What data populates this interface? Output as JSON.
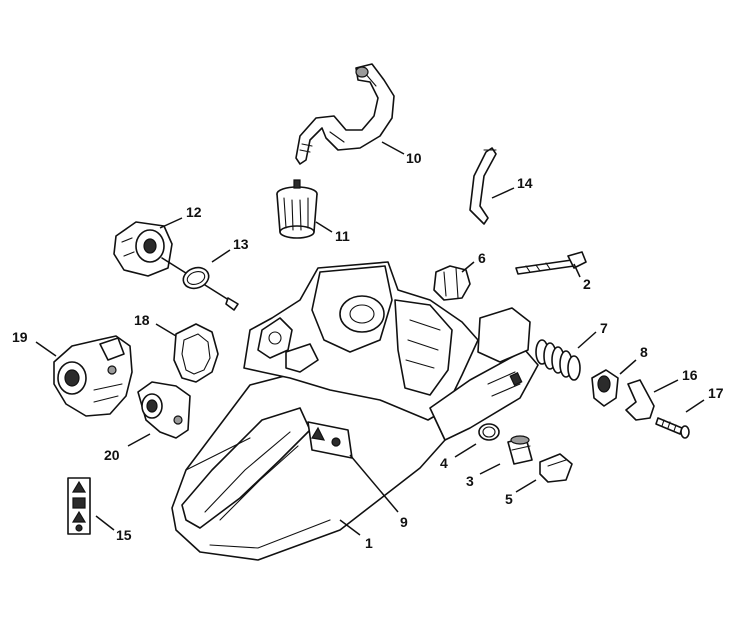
{
  "diagram": {
    "callouts": [
      {
        "id": "1",
        "label": "1"
      },
      {
        "id": "2",
        "label": "2"
      },
      {
        "id": "3",
        "label": "3"
      },
      {
        "id": "4",
        "label": "4"
      },
      {
        "id": "5",
        "label": "5"
      },
      {
        "id": "6",
        "label": "6"
      },
      {
        "id": "7",
        "label": "7"
      },
      {
        "id": "8",
        "label": "8"
      },
      {
        "id": "9",
        "label": "9"
      },
      {
        "id": "10",
        "label": "10"
      },
      {
        "id": "11",
        "label": "11"
      },
      {
        "id": "12",
        "label": "12"
      },
      {
        "id": "13",
        "label": "13"
      },
      {
        "id": "14",
        "label": "14"
      },
      {
        "id": "15",
        "label": "15"
      },
      {
        "id": "16",
        "label": "16"
      },
      {
        "id": "17",
        "label": "17"
      },
      {
        "id": "18",
        "label": "18"
      },
      {
        "id": "19",
        "label": "19"
      },
      {
        "id": "20",
        "label": "20"
      }
    ]
  },
  "colors": {
    "line": "#111111",
    "background": "#ffffff"
  }
}
